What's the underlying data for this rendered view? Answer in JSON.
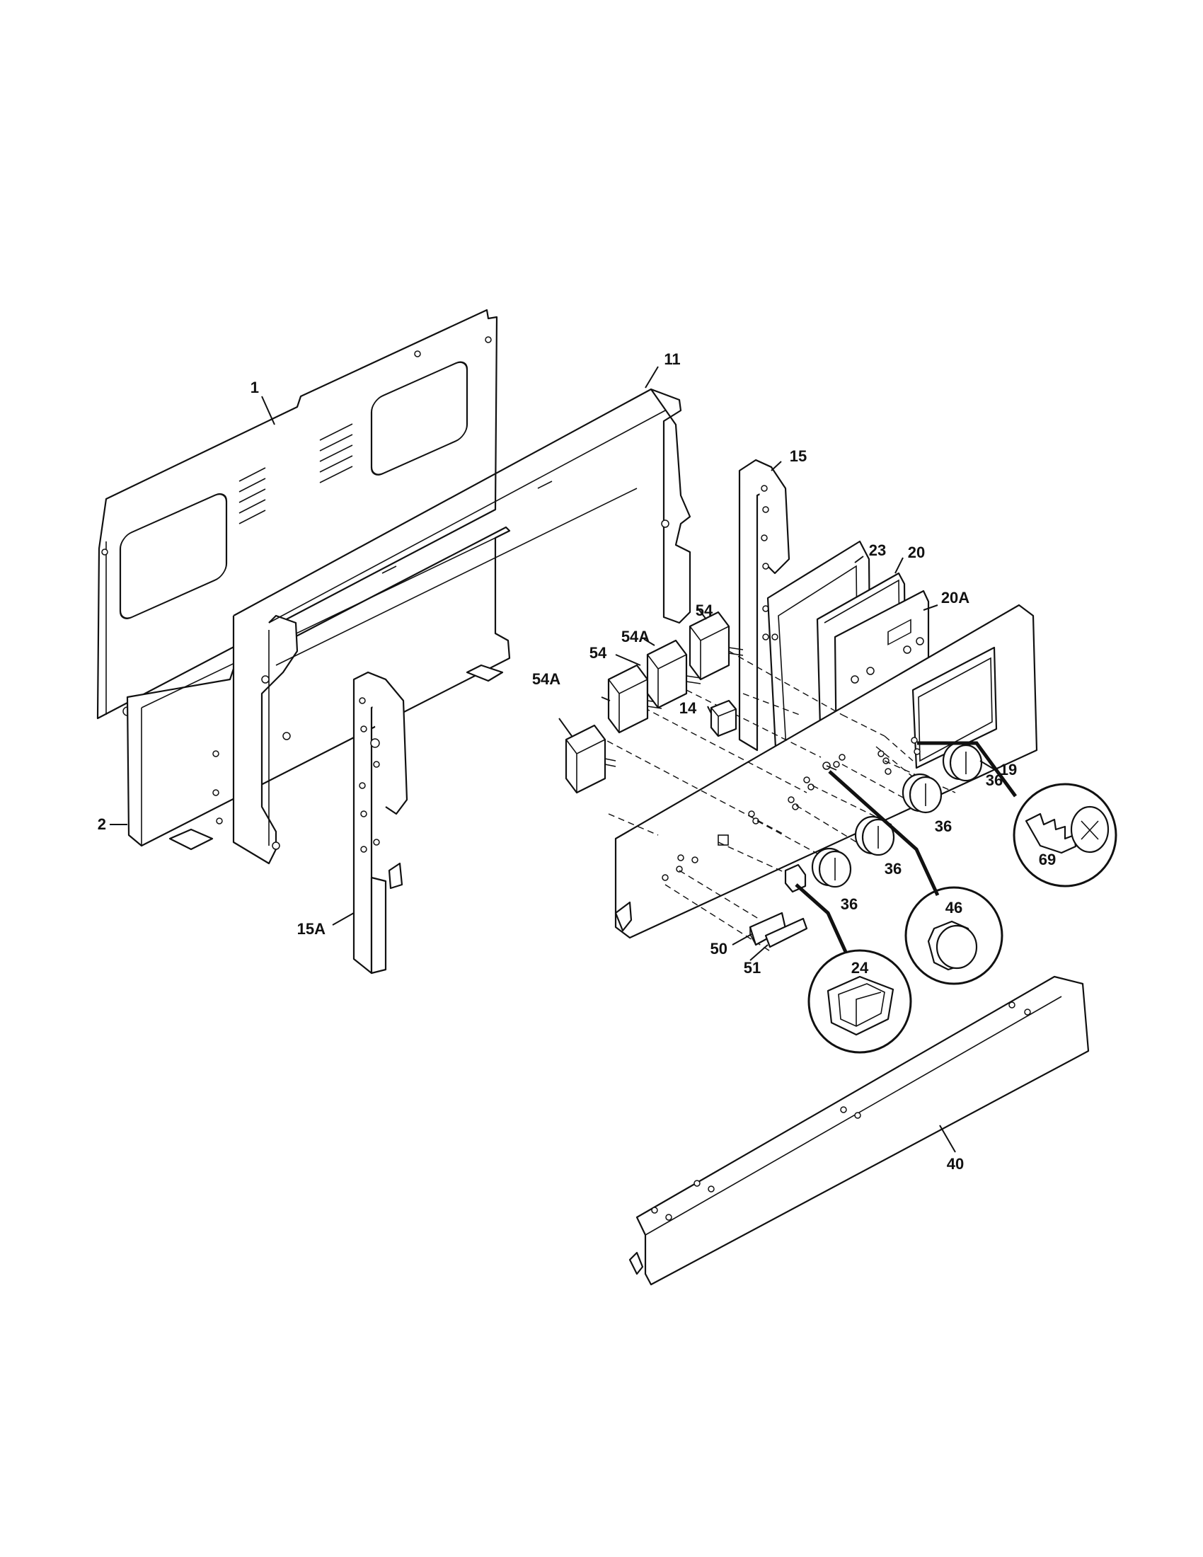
{
  "diagram": {
    "type": "exploded-parts-view",
    "part_labels": {
      "p1": "1",
      "p2": "2",
      "p11": "11",
      "p14": "14",
      "p15": "15",
      "p15a": "15A",
      "p19": "19",
      "p20": "20",
      "p20a": "20A",
      "p23": "23",
      "p24": "24",
      "p36a": "36",
      "p36b": "36",
      "p36c": "36",
      "p36d": "36",
      "p40": "40",
      "p46": "46",
      "p50": "50",
      "p51": "51",
      "p54a": "54",
      "p54b": "54",
      "p54A_a": "54A",
      "p54A_b": "54A",
      "p69": "69"
    }
  }
}
